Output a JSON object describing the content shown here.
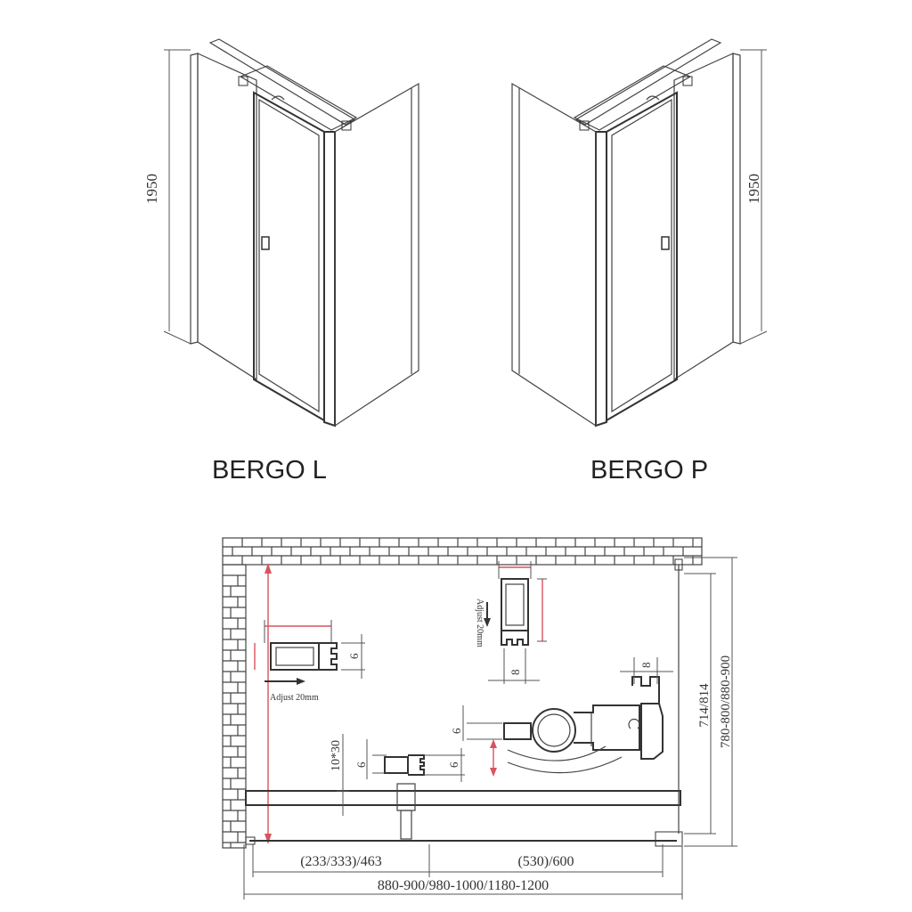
{
  "models": {
    "left": {
      "name": "BERGO L",
      "height": "1950"
    },
    "right": {
      "name": "BERGO P",
      "height": "1950"
    }
  },
  "plan": {
    "adjust_left": "Adjust 20mm",
    "adjust_top": "Adjust 20mm",
    "profile_gap": "10*30",
    "profile_six_a": "6",
    "profile_six_b": "6",
    "profile_six_c": "6",
    "profile_six_d": "6",
    "profile_eight_a": "8",
    "profile_eight_b": "8",
    "right_inner": "714/814",
    "right_outer": "780-800/880-900",
    "bottom_left": "(233/333)/463",
    "bottom_right": "(530)/600",
    "bottom_total": "880-900/980-1000/1180-1200"
  },
  "colors": {
    "line": "#333333",
    "accent": "#d8535e"
  }
}
